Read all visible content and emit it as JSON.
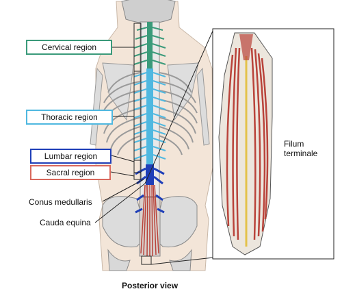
{
  "labels": {
    "cervical": "Cervical region",
    "thoracic": "Thoracic region",
    "lumbar": "Lumbar region",
    "sacral": "Sacral region",
    "conus": "Conus medullaris",
    "cauda": "Cauda equina",
    "filum_line1": "Filum",
    "filum_line2": "terminale",
    "caption": "Posterior view"
  },
  "colors": {
    "cervical": "#3a9a7a",
    "thoracic": "#4fb8e0",
    "lumbar": "#1f3fb8",
    "sacral": "#d9685c",
    "skin": "#f3e5d8",
    "bone": "#d8d8d8",
    "nerve_red": "#b9433a",
    "filum": "#e3c24a"
  }
}
